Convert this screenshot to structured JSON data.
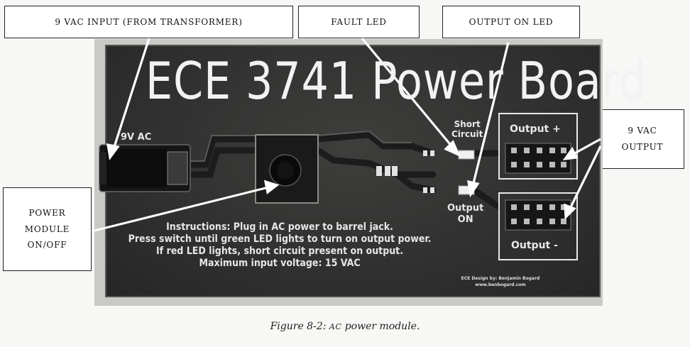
{
  "callouts": {
    "vac_input": "9 VAC INPUT (FROM TRANSFORMER)",
    "fault_led": "FAULT LED",
    "output_on_led": "OUTPUT ON LED",
    "vac_output_line1": "9 VAC",
    "vac_output_line2": "OUTPUT",
    "power_line1": "POWER",
    "power_line2": "MODULE",
    "power_line3": "ON/OFF"
  },
  "board": {
    "title": "ECE 3741 Power Board",
    "input_label": "9V AC",
    "short_circuit_line1": "Short",
    "short_circuit_line2": "Circuit",
    "output_on_line1": "Output",
    "output_on_line2": "ON",
    "output_plus": "Output +",
    "output_minus": "Output -",
    "instructions": [
      "Instructions: Plug in AC power to barrel jack.",
      "Press switch until green LED lights to turn on output power.",
      "If red LED lights, short circuit present on output.",
      "Maximum input voltage: 15 VAC"
    ],
    "credit_line1": "ECE Design by: Benjamin Bogard",
    "credit_line2": "www.benbogard.com"
  },
  "caption": {
    "prefix": "Figure  8-2:",
    "abbr": "AC",
    "suffix": "power module."
  }
}
